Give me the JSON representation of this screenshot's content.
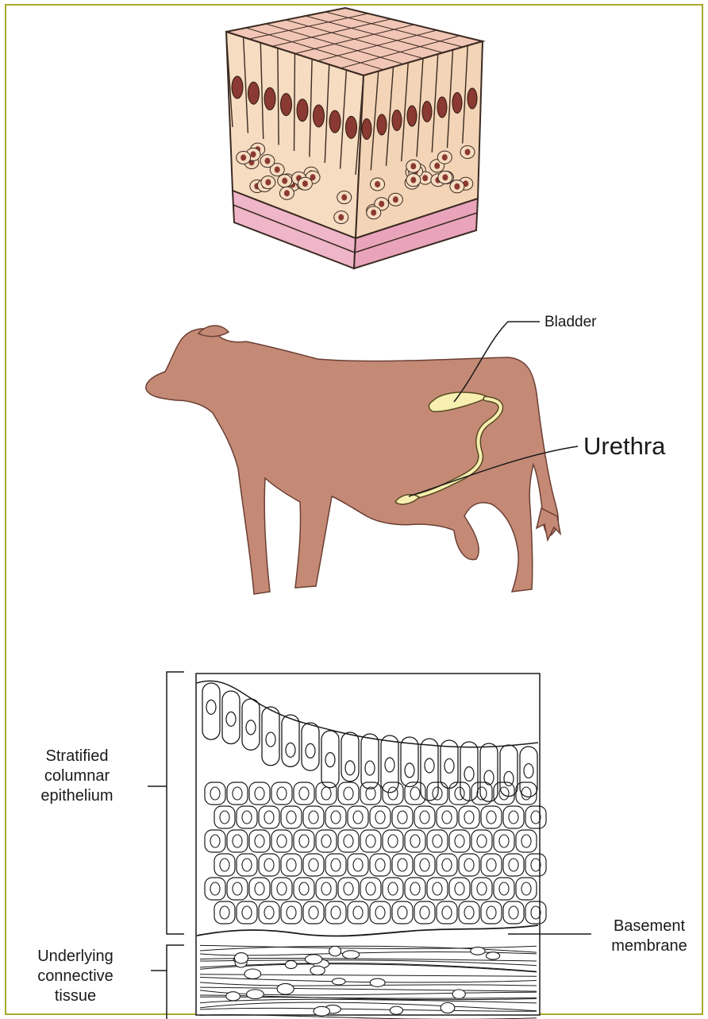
{
  "labels": {
    "bladder": "Bladder",
    "urethra": "Urethra",
    "stratified": [
      "Stratified",
      "columnar",
      "epithelium"
    ],
    "basement": [
      "Basement",
      "membrane"
    ],
    "underlying": [
      "Underlying",
      "connective",
      "tissue"
    ]
  },
  "colors": {
    "frame": "#a8a82a",
    "cow_body": "#c48a76",
    "cell_fill": "#f6dcc0",
    "cell_top": "#f2c6b6",
    "nucleus": "#8a3a32",
    "basement": "#efb5c8",
    "bladder_fill": "#f6efb0"
  }
}
